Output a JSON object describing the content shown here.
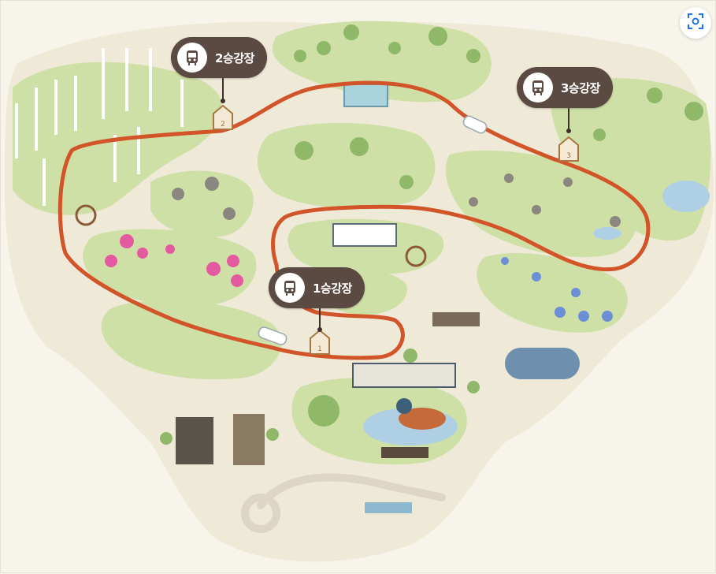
{
  "map": {
    "stations": [
      {
        "label": "2승강장",
        "icon": "bus-icon"
      },
      {
        "label": "3승강장",
        "icon": "bus-icon"
      },
      {
        "label": "1승강장",
        "icon": "bus-icon"
      }
    ],
    "stop_markers": [
      "1",
      "2",
      "3"
    ],
    "colors": {
      "background": "#f7f4ec",
      "park_ground": "#efe9d8",
      "grass": "#cfe0a6",
      "route": "#d2552a",
      "pin": "#5b4a42",
      "water": "#aecfe4"
    }
  },
  "toolbar": {
    "lens_icon": "visual-search-icon"
  }
}
